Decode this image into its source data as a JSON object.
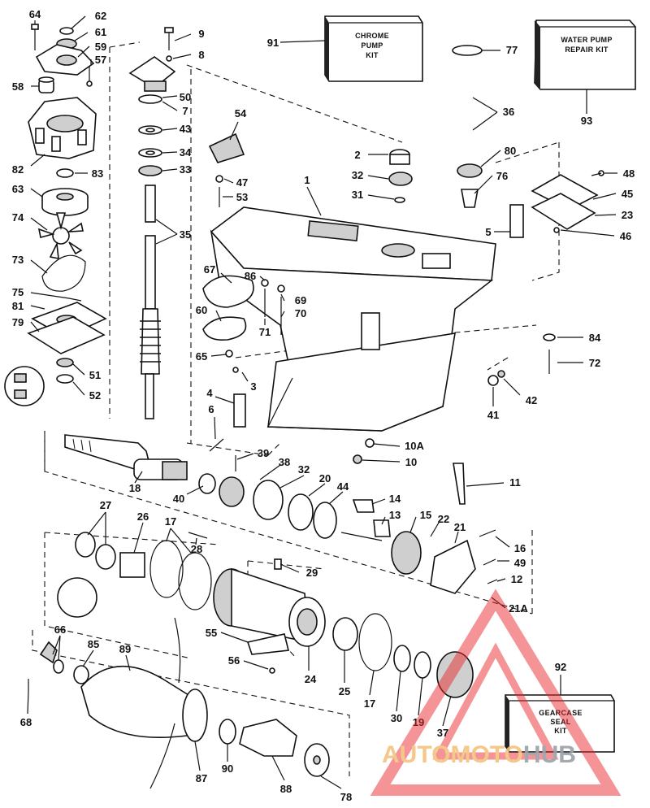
{
  "callouts": {
    "c1": "1",
    "c2": "2",
    "c3": "3",
    "c4": "4",
    "c5": "5",
    "c6": "6",
    "c7": "7",
    "c8": "8",
    "c9": "9",
    "c10": "10",
    "c10a": "10A",
    "c11": "11",
    "c12": "12",
    "c13": "13",
    "c14": "14",
    "c15": "15",
    "c16": "16",
    "c17a": "17",
    "c17b": "17",
    "c18": "18",
    "c19": "19",
    "c20": "20",
    "c21": "21",
    "c21a": "21A",
    "c22": "22",
    "c23": "23",
    "c24": "24",
    "c25": "25",
    "c26": "26",
    "c27": "27",
    "c28": "28",
    "c29": "29",
    "c30": "30",
    "c31": "31",
    "c32a": "32",
    "c32b": "32",
    "c33": "33",
    "c34": "34",
    "c35": "35",
    "c36": "36",
    "c37": "37",
    "c38": "38",
    "c39": "39",
    "c40": "40",
    "c41": "41",
    "c42": "42",
    "c43": "43",
    "c44": "44",
    "c45": "45",
    "c46": "46",
    "c47": "47",
    "c48": "48",
    "c49": "49",
    "c50": "50",
    "c51": "51",
    "c52": "52",
    "c53": "53",
    "c54": "54",
    "c55": "55",
    "c56": "56",
    "c57": "57",
    "c58": "58",
    "c59": "59",
    "c60": "60",
    "c61": "61",
    "c62": "62",
    "c63": "63",
    "c64": "64",
    "c65": "65",
    "c66": "66",
    "c67": "67",
    "c68": "68",
    "c69": "69",
    "c70": "70",
    "c71": "71",
    "c72": "72",
    "c73": "73",
    "c74": "74",
    "c75": "75",
    "c76": "76",
    "c77": "77",
    "c78": "78",
    "c79": "79",
    "c80": "80",
    "c81": "81",
    "c82": "82",
    "c83": "83",
    "c84": "84",
    "c85": "85",
    "c86": "86",
    "c87": "87",
    "c88": "88",
    "c89": "89",
    "c90": "90",
    "c91": "91",
    "c92": "92",
    "c93": "93"
  },
  "kits": {
    "chrome_line1": "CHROME",
    "chrome_line2": "PUMP",
    "chrome_line3": "KIT",
    "water_line1": "WATER PUMP",
    "water_line2": "REPAIR KIT",
    "seal_line1": "GEARCASE",
    "seal_line2": "SEAL",
    "seal_line3": "KIT"
  },
  "watermark": {
    "part1": "AUTOMOTO",
    "part2": "HUB",
    "colors": {
      "triangle": "#e8262a",
      "auto": "#f3c37d",
      "hub": "#9aa0a6"
    }
  }
}
